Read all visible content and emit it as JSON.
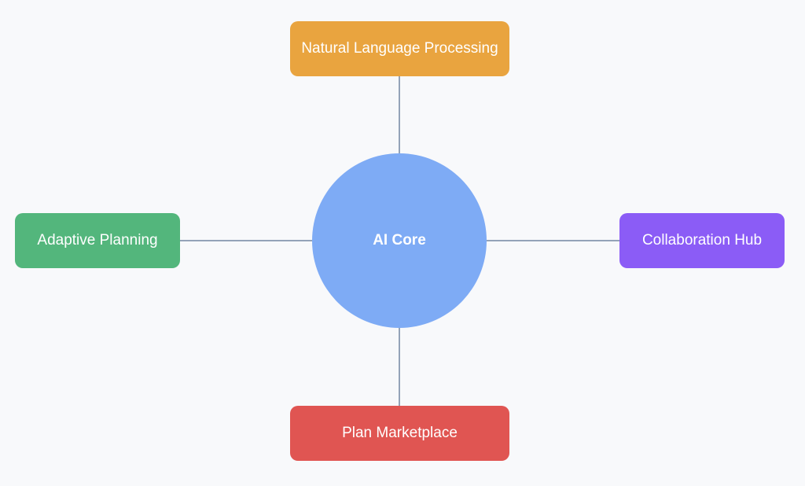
{
  "diagram": {
    "core": {
      "label": "AI Core",
      "color": "#7eabf5"
    },
    "modules": {
      "top": {
        "label": "Natural Language Processing",
        "color": "#e9a43f"
      },
      "left": {
        "label": "Adaptive Planning",
        "color": "#53b67c"
      },
      "right": {
        "label": "Collaboration Hub",
        "color": "#8b5cf6"
      },
      "bottom": {
        "label": "Plan Marketplace",
        "color": "#e05552"
      }
    },
    "connector_color": "#94a3b8",
    "background": "#f8f9fb"
  }
}
